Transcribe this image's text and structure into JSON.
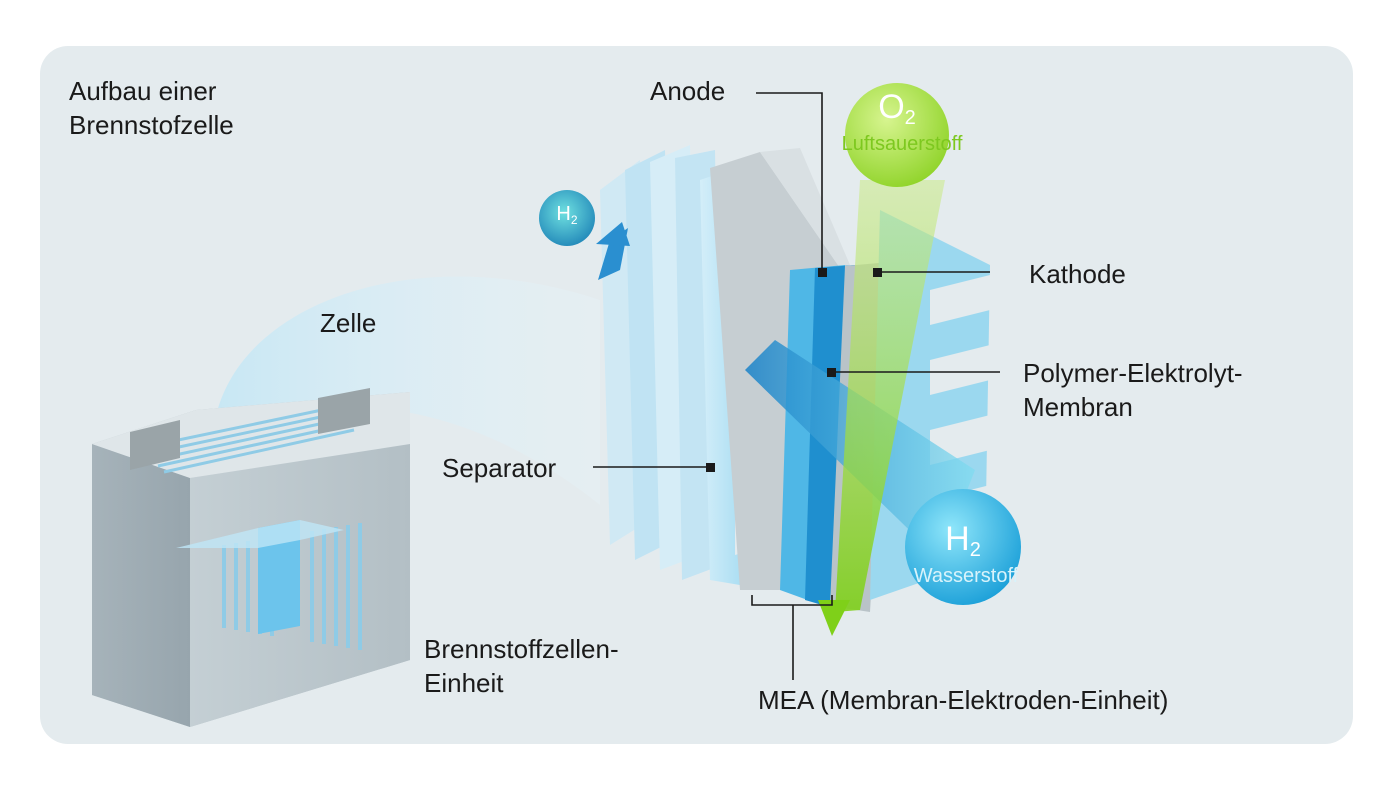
{
  "title": {
    "line1": "Aufbau einer",
    "line2": "Brennstofzelle"
  },
  "labels": {
    "anode": "Anode",
    "kathode": "Kathode",
    "pem_line1": "Polymer-Elektrolyt-",
    "pem_line2": "Membran",
    "separator": "Separator",
    "zelle": "Zelle",
    "unit_line1": "Brennstoffzellen-",
    "unit_line2": "Einheit",
    "mea": "MEA (Membran-Elektroden-Einheit)"
  },
  "gases": {
    "o2_symbol": "O",
    "o2_sub": "2",
    "o2_name": "Luftsauerstoff",
    "h2_symbol": "H",
    "h2_sub": "2",
    "h2_name": "Wasserstoff",
    "h2_small_symbol": "H",
    "h2_small_sub": "2"
  },
  "colors": {
    "panel": "#e4ebee",
    "separator_blue": "#8fd3ee",
    "membrane_blue": "#1f8fcf",
    "electrode_grey": "#b9c3c8",
    "oxygen_green": "#8fd62a",
    "hydrogen_cyan": "#2bb3e6"
  }
}
